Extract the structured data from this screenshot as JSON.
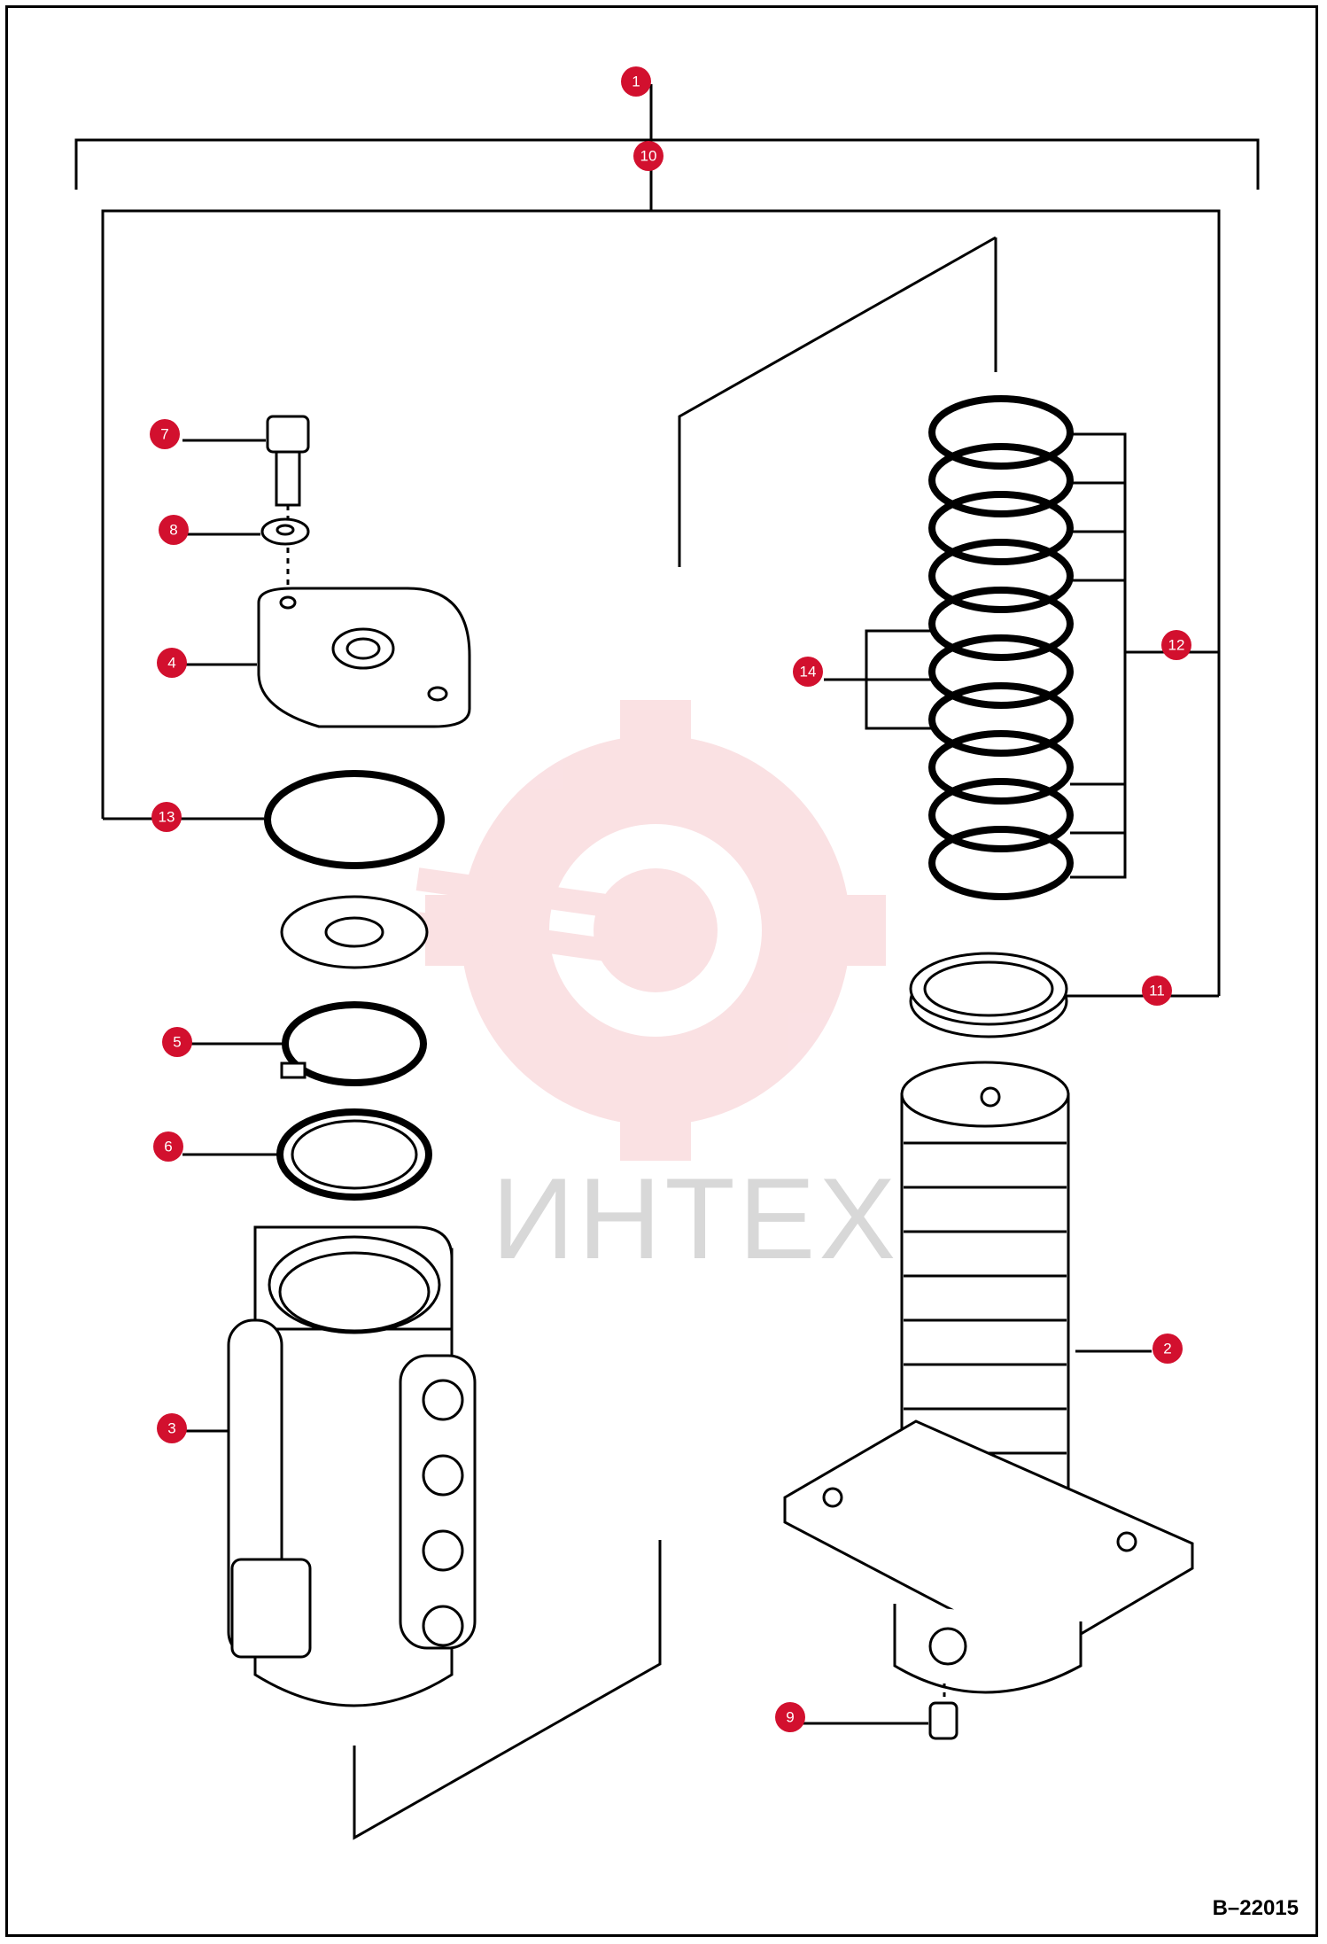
{
  "document_number": "B–22015",
  "watermark_text": "ИНТЕХ",
  "colors": {
    "callout": "#d2102e",
    "line": "#000000",
    "watermark_gear": "#f6c9cd",
    "watermark_text": "#d8d8d8"
  },
  "callouts": [
    {
      "id": "1",
      "label": "1"
    },
    {
      "id": "2",
      "label": "2"
    },
    {
      "id": "3",
      "label": "3"
    },
    {
      "id": "4",
      "label": "4"
    },
    {
      "id": "5",
      "label": "5"
    },
    {
      "id": "6",
      "label": "6"
    },
    {
      "id": "7",
      "label": "7"
    },
    {
      "id": "8",
      "label": "8"
    },
    {
      "id": "9",
      "label": "9"
    },
    {
      "id": "10",
      "label": "10"
    },
    {
      "id": "11",
      "label": "11"
    },
    {
      "id": "12",
      "label": "12"
    },
    {
      "id": "13",
      "label": "13"
    },
    {
      "id": "14",
      "label": "14"
    }
  ]
}
